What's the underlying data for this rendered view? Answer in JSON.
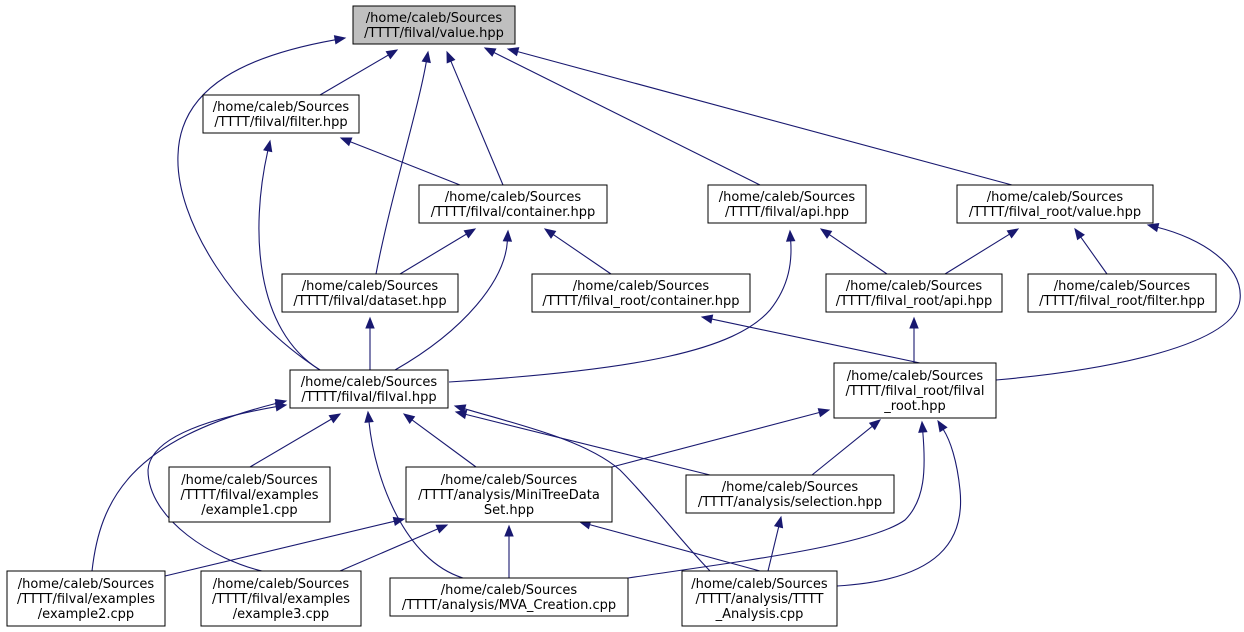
{
  "colors": {
    "edge": "#191970",
    "node_border": "#000000",
    "node_fill": "#ffffff",
    "root_fill": "#bfbfbf"
  },
  "nodes": [
    {
      "id": "value_hpp",
      "lines": [
        "/home/caleb/Sources",
        "/TTTT/filval/value.hpp"
      ],
      "root": true
    },
    {
      "id": "filter_hpp",
      "lines": [
        "/home/caleb/Sources",
        "/TTTT/filval/filter.hpp"
      ]
    },
    {
      "id": "container_hpp",
      "lines": [
        "/home/caleb/Sources",
        "/TTTT/filval/container.hpp"
      ]
    },
    {
      "id": "api_hpp",
      "lines": [
        "/home/caleb/Sources",
        "/TTTT/filval/api.hpp"
      ]
    },
    {
      "id": "root_value_hpp",
      "lines": [
        "/home/caleb/Sources",
        "/TTTT/filval_root/value.hpp"
      ]
    },
    {
      "id": "dataset_hpp",
      "lines": [
        "/home/caleb/Sources",
        "/TTTT/filval/dataset.hpp"
      ]
    },
    {
      "id": "root_container_hpp",
      "lines": [
        "/home/caleb/Sources",
        "/TTTT/filval_root/container.hpp"
      ]
    },
    {
      "id": "root_api_hpp",
      "lines": [
        "/home/caleb/Sources",
        "/TTTT/filval_root/api.hpp"
      ]
    },
    {
      "id": "root_filter_hpp",
      "lines": [
        "/home/caleb/Sources",
        "/TTTT/filval_root/filter.hpp"
      ]
    },
    {
      "id": "filval_hpp",
      "lines": [
        "/home/caleb/Sources",
        "/TTTT/filval/filval.hpp"
      ]
    },
    {
      "id": "filval_root_hpp",
      "lines": [
        "/home/caleb/Sources",
        "/TTTT/filval_root/filval",
        "_root.hpp"
      ]
    },
    {
      "id": "example1_cpp",
      "lines": [
        "/home/caleb/Sources",
        "/TTTT/filval/examples",
        "/example1.cpp"
      ]
    },
    {
      "id": "minitree_hpp",
      "lines": [
        "/home/caleb/Sources",
        "/TTTT/analysis/MiniTreeData",
        "Set.hpp"
      ]
    },
    {
      "id": "selection_hpp",
      "lines": [
        "/home/caleb/Sources",
        "/TTTT/analysis/selection.hpp"
      ]
    },
    {
      "id": "example2_cpp",
      "lines": [
        "/home/caleb/Sources",
        "/TTTT/filval/examples",
        "/example2.cpp"
      ]
    },
    {
      "id": "example3_cpp",
      "lines": [
        "/home/caleb/Sources",
        "/TTTT/filval/examples",
        "/example3.cpp"
      ]
    },
    {
      "id": "mva_cpp",
      "lines": [
        "/home/caleb/Sources",
        "/TTTT/analysis/MVA_Creation.cpp"
      ]
    },
    {
      "id": "tttt_analysis_cpp",
      "lines": [
        "/home/caleb/Sources",
        "/TTTT/analysis/TTTT",
        "_Analysis.cpp"
      ]
    }
  ],
  "edges": [
    {
      "from": "filter_hpp",
      "to": "value_hpp"
    },
    {
      "from": "container_hpp",
      "to": "value_hpp"
    },
    {
      "from": "api_hpp",
      "to": "value_hpp"
    },
    {
      "from": "root_value_hpp",
      "to": "value_hpp"
    },
    {
      "from": "dataset_hpp",
      "to": "value_hpp"
    },
    {
      "from": "filval_hpp",
      "to": "value_hpp"
    },
    {
      "from": "container_hpp",
      "to": "filter_hpp"
    },
    {
      "from": "filval_hpp",
      "to": "filter_hpp"
    },
    {
      "from": "dataset_hpp",
      "to": "container_hpp"
    },
    {
      "from": "root_container_hpp",
      "to": "container_hpp"
    },
    {
      "from": "filval_hpp",
      "to": "container_hpp"
    },
    {
      "from": "root_api_hpp",
      "to": "api_hpp"
    },
    {
      "from": "filval_hpp",
      "to": "api_hpp"
    },
    {
      "from": "root_api_hpp",
      "to": "root_value_hpp"
    },
    {
      "from": "root_filter_hpp",
      "to": "root_value_hpp"
    },
    {
      "from": "filval_root_hpp",
      "to": "root_value_hpp"
    },
    {
      "from": "filval_hpp",
      "to": "dataset_hpp"
    },
    {
      "from": "filval_root_hpp",
      "to": "root_container_hpp"
    },
    {
      "from": "filval_root_hpp",
      "to": "root_api_hpp"
    },
    {
      "from": "example1_cpp",
      "to": "filval_hpp"
    },
    {
      "from": "minitree_hpp",
      "to": "filval_hpp"
    },
    {
      "from": "selection_hpp",
      "to": "filval_hpp"
    },
    {
      "from": "example2_cpp",
      "to": "filval_hpp"
    },
    {
      "from": "example3_cpp",
      "to": "filval_hpp"
    },
    {
      "from": "mva_cpp",
      "to": "filval_hpp"
    },
    {
      "from": "tttt_analysis_cpp",
      "to": "filval_hpp"
    },
    {
      "from": "minitree_hpp",
      "to": "filval_root_hpp"
    },
    {
      "from": "selection_hpp",
      "to": "filval_root_hpp"
    },
    {
      "from": "mva_cpp",
      "to": "filval_root_hpp"
    },
    {
      "from": "tttt_analysis_cpp",
      "to": "filval_root_hpp"
    },
    {
      "from": "example2_cpp",
      "to": "minitree_hpp"
    },
    {
      "from": "example3_cpp",
      "to": "minitree_hpp"
    },
    {
      "from": "mva_cpp",
      "to": "minitree_hpp"
    },
    {
      "from": "tttt_analysis_cpp",
      "to": "minitree_hpp"
    },
    {
      "from": "tttt_analysis_cpp",
      "to": "selection_hpp"
    }
  ]
}
